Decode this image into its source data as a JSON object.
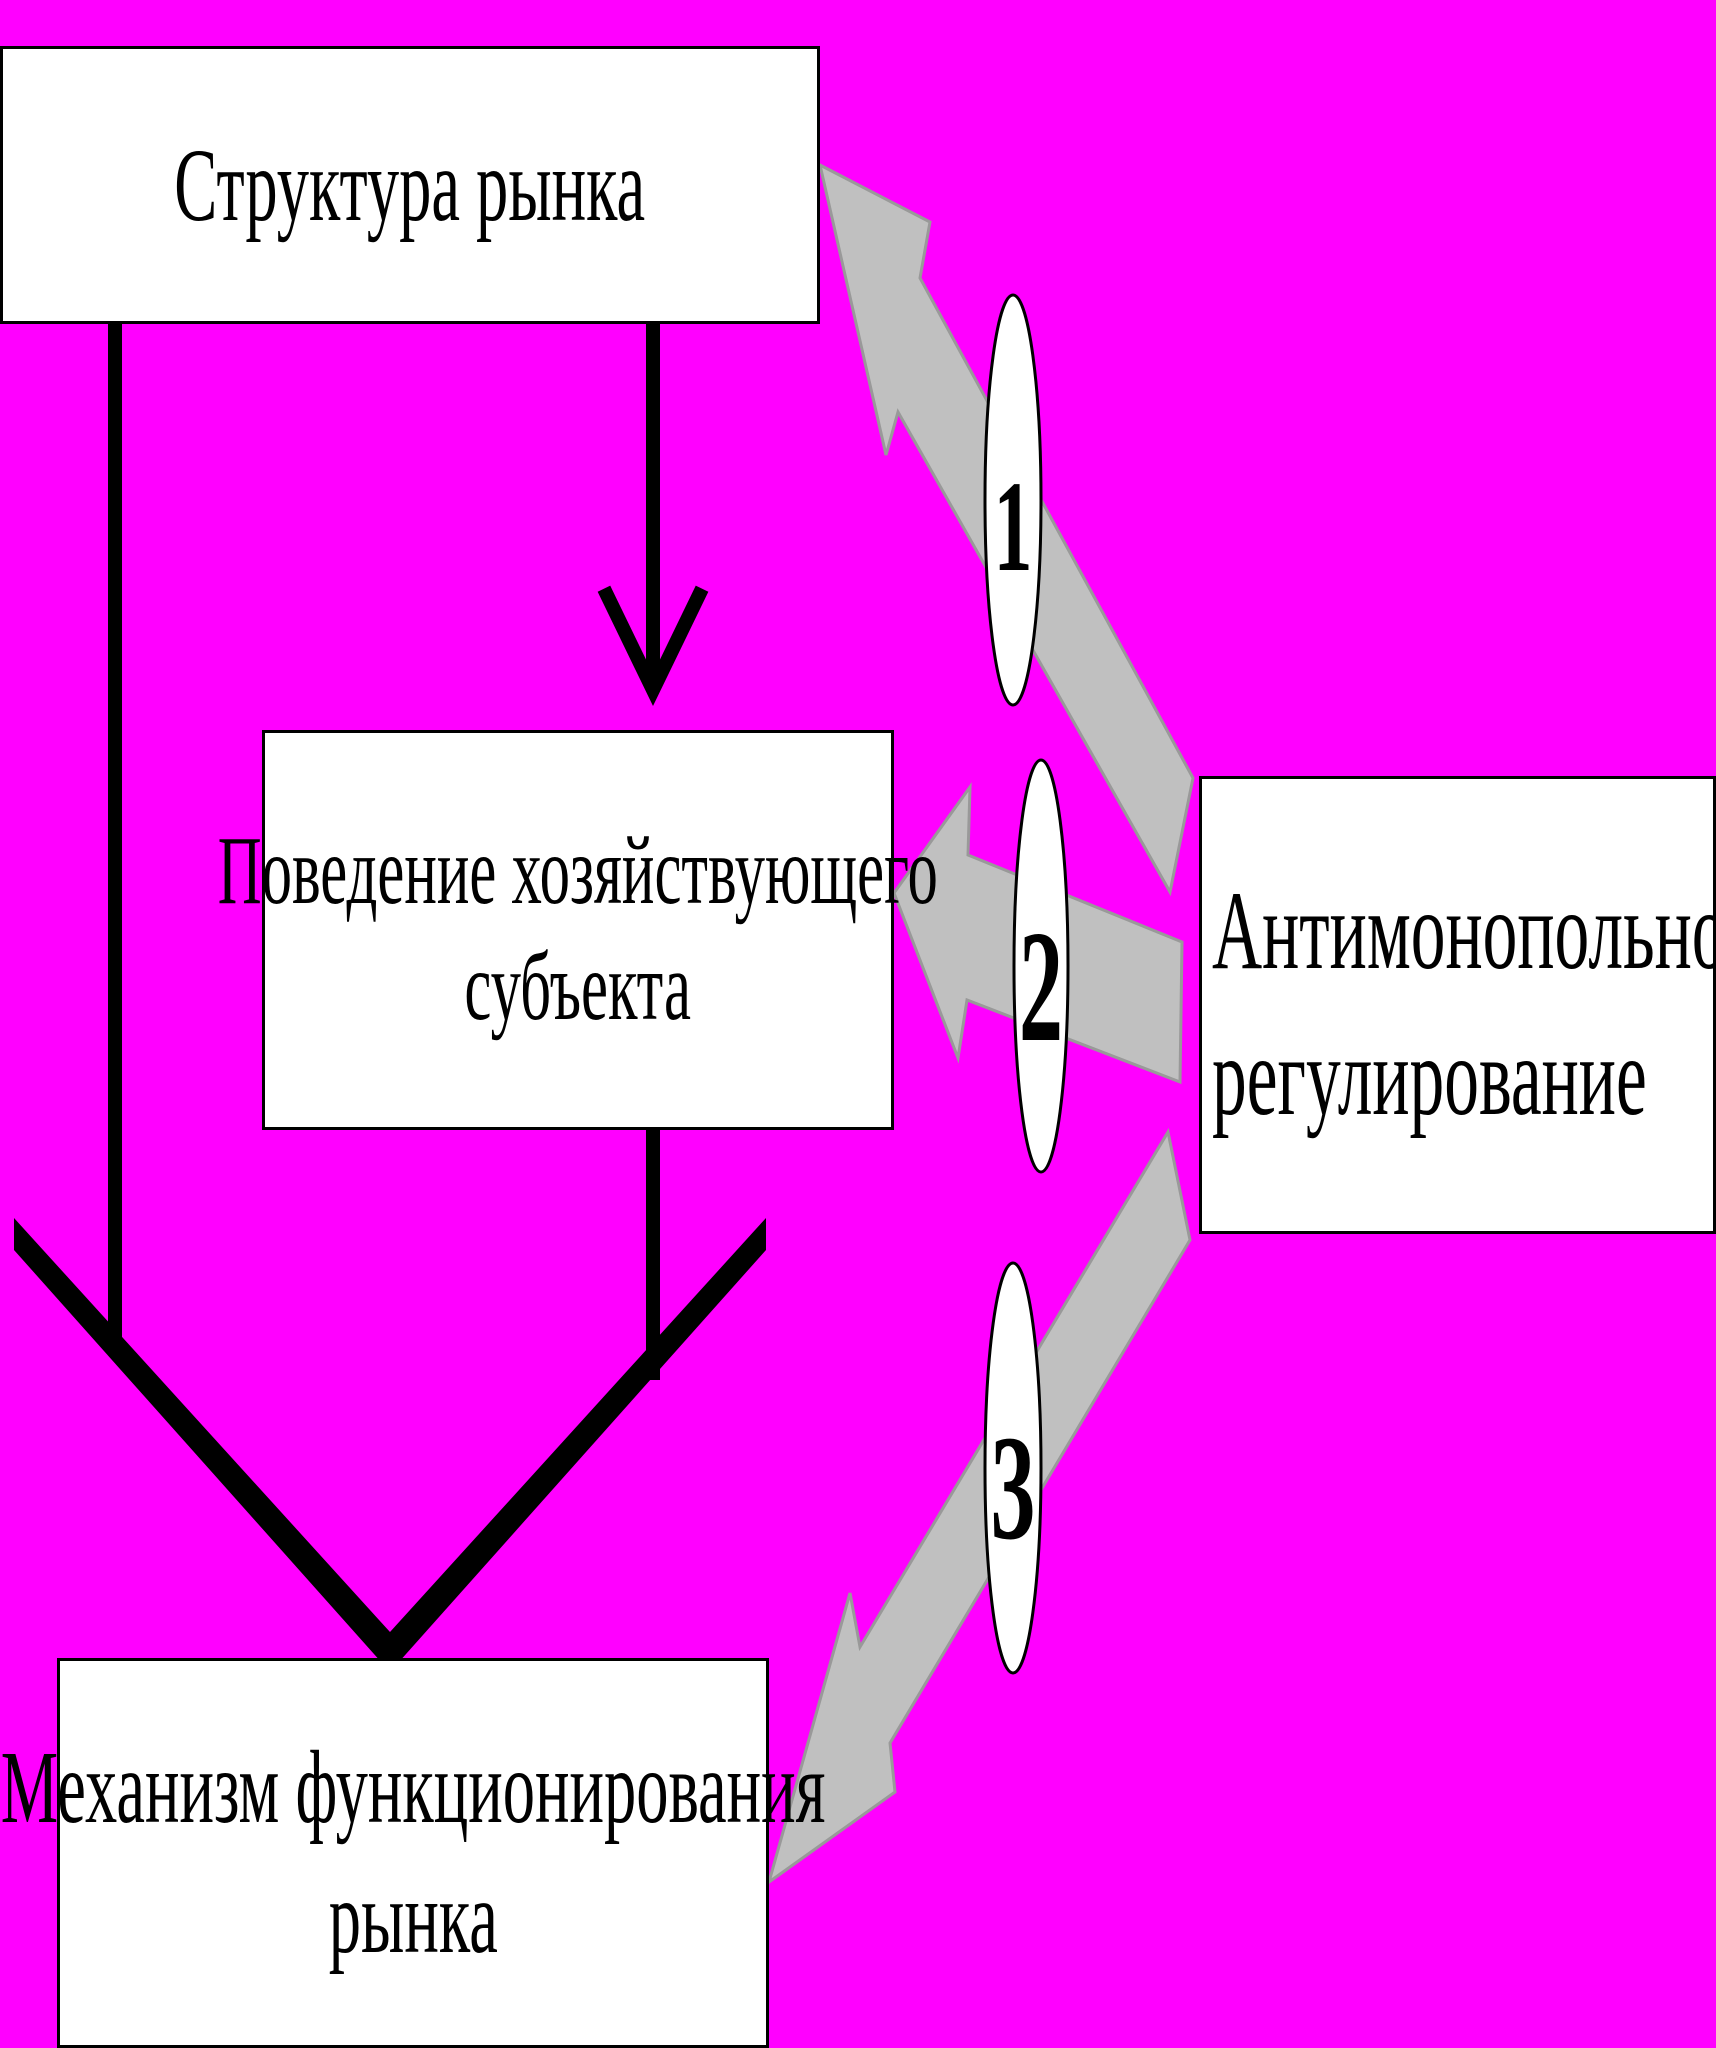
{
  "boxes": {
    "structure": "Структура рынка",
    "behavior": [
      "Поведение хозяйствующего",
      "субъекта"
    ],
    "regulation": [
      "Антимонопольное",
      "регулирование"
    ],
    "mechanism": [
      "Механизм функционирования",
      "рынка"
    ]
  },
  "numbers": [
    "1",
    "2",
    "3"
  ],
  "colors": {
    "background": "#ff00ff",
    "box_fill": "#ffffff",
    "arrow_fill": "#c0c0c0",
    "line": "#000000"
  }
}
